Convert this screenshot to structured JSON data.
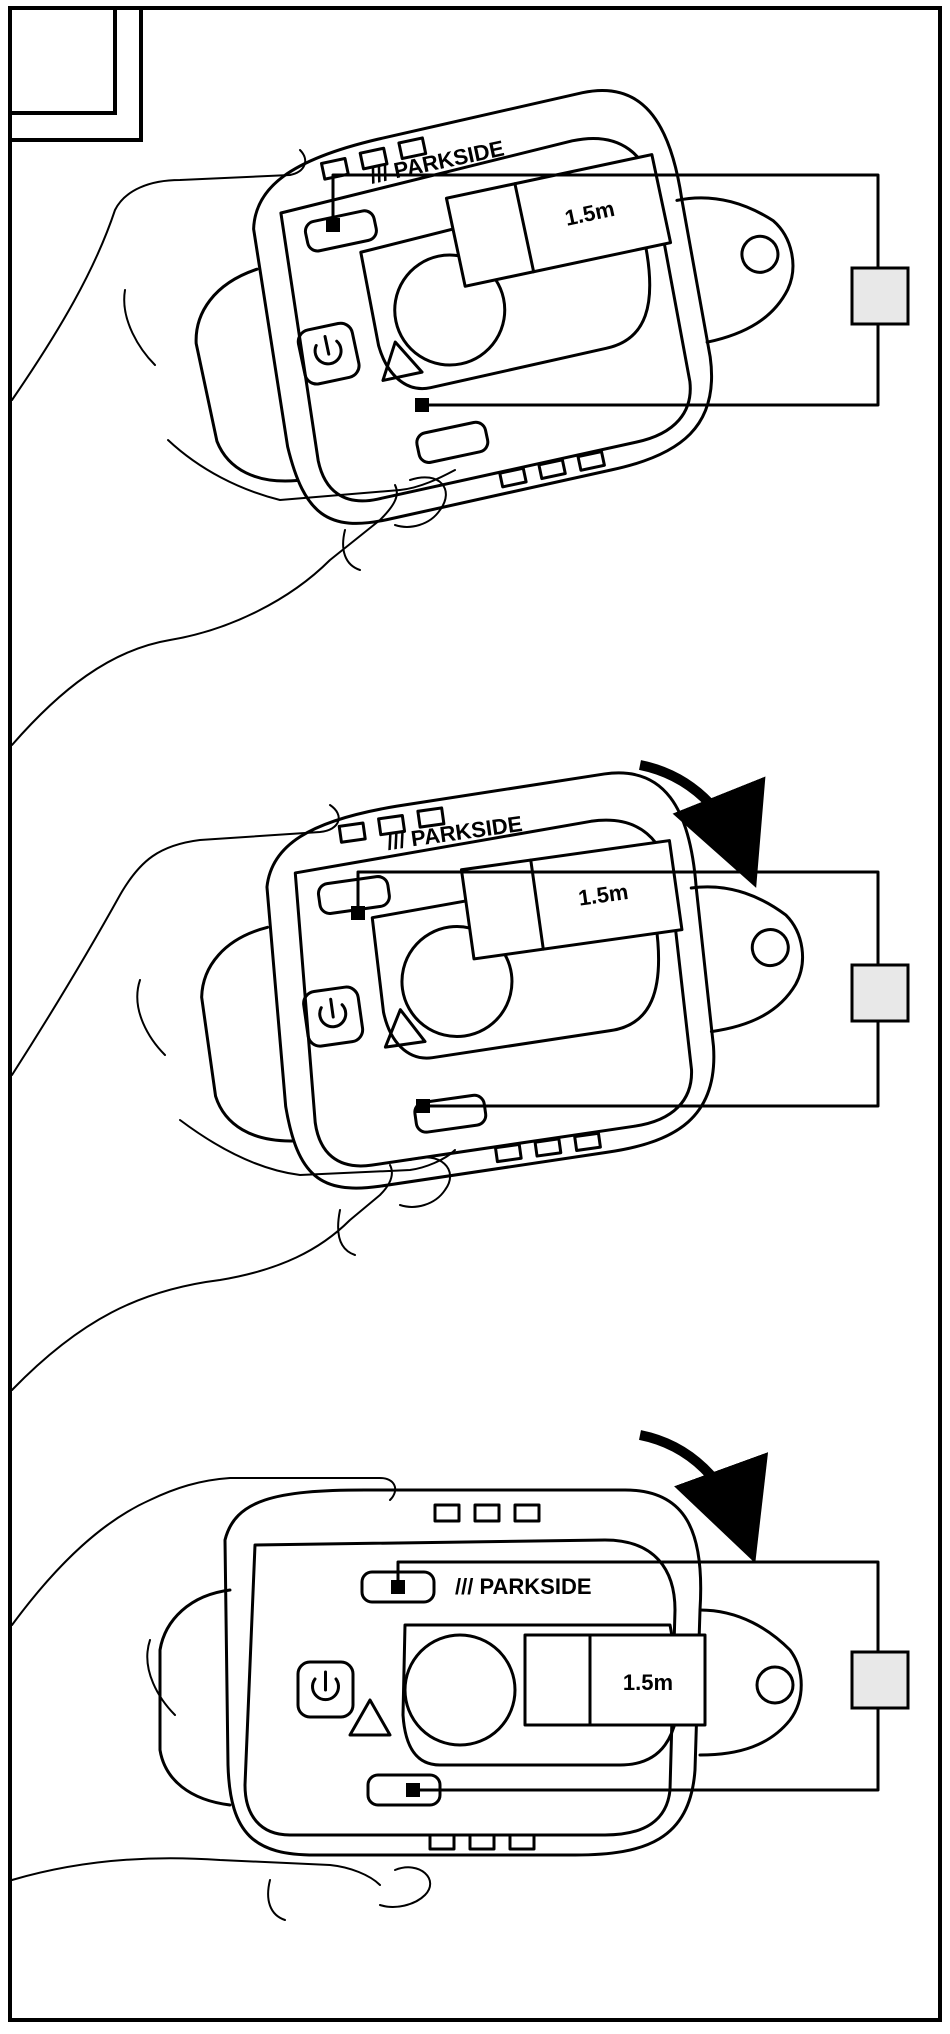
{
  "figure": {
    "panel_label": "",
    "callout_label": "",
    "colors": {
      "line": "#000000",
      "callout_fill": "#e8e8e8",
      "background": "#ffffff"
    },
    "steps": [
      {
        "brand": "/// PARKSIDE",
        "length_label": "1.5m",
        "power_icon": "power-icon",
        "rotation_arrow": false
      },
      {
        "brand": "/// PARKSIDE",
        "length_label": "1.5m",
        "power_icon": "power-icon",
        "rotation_arrow": true
      },
      {
        "brand": "/// PARKSIDE",
        "length_label": "1.5m",
        "power_icon": "power-icon",
        "rotation_arrow": true
      }
    ]
  }
}
